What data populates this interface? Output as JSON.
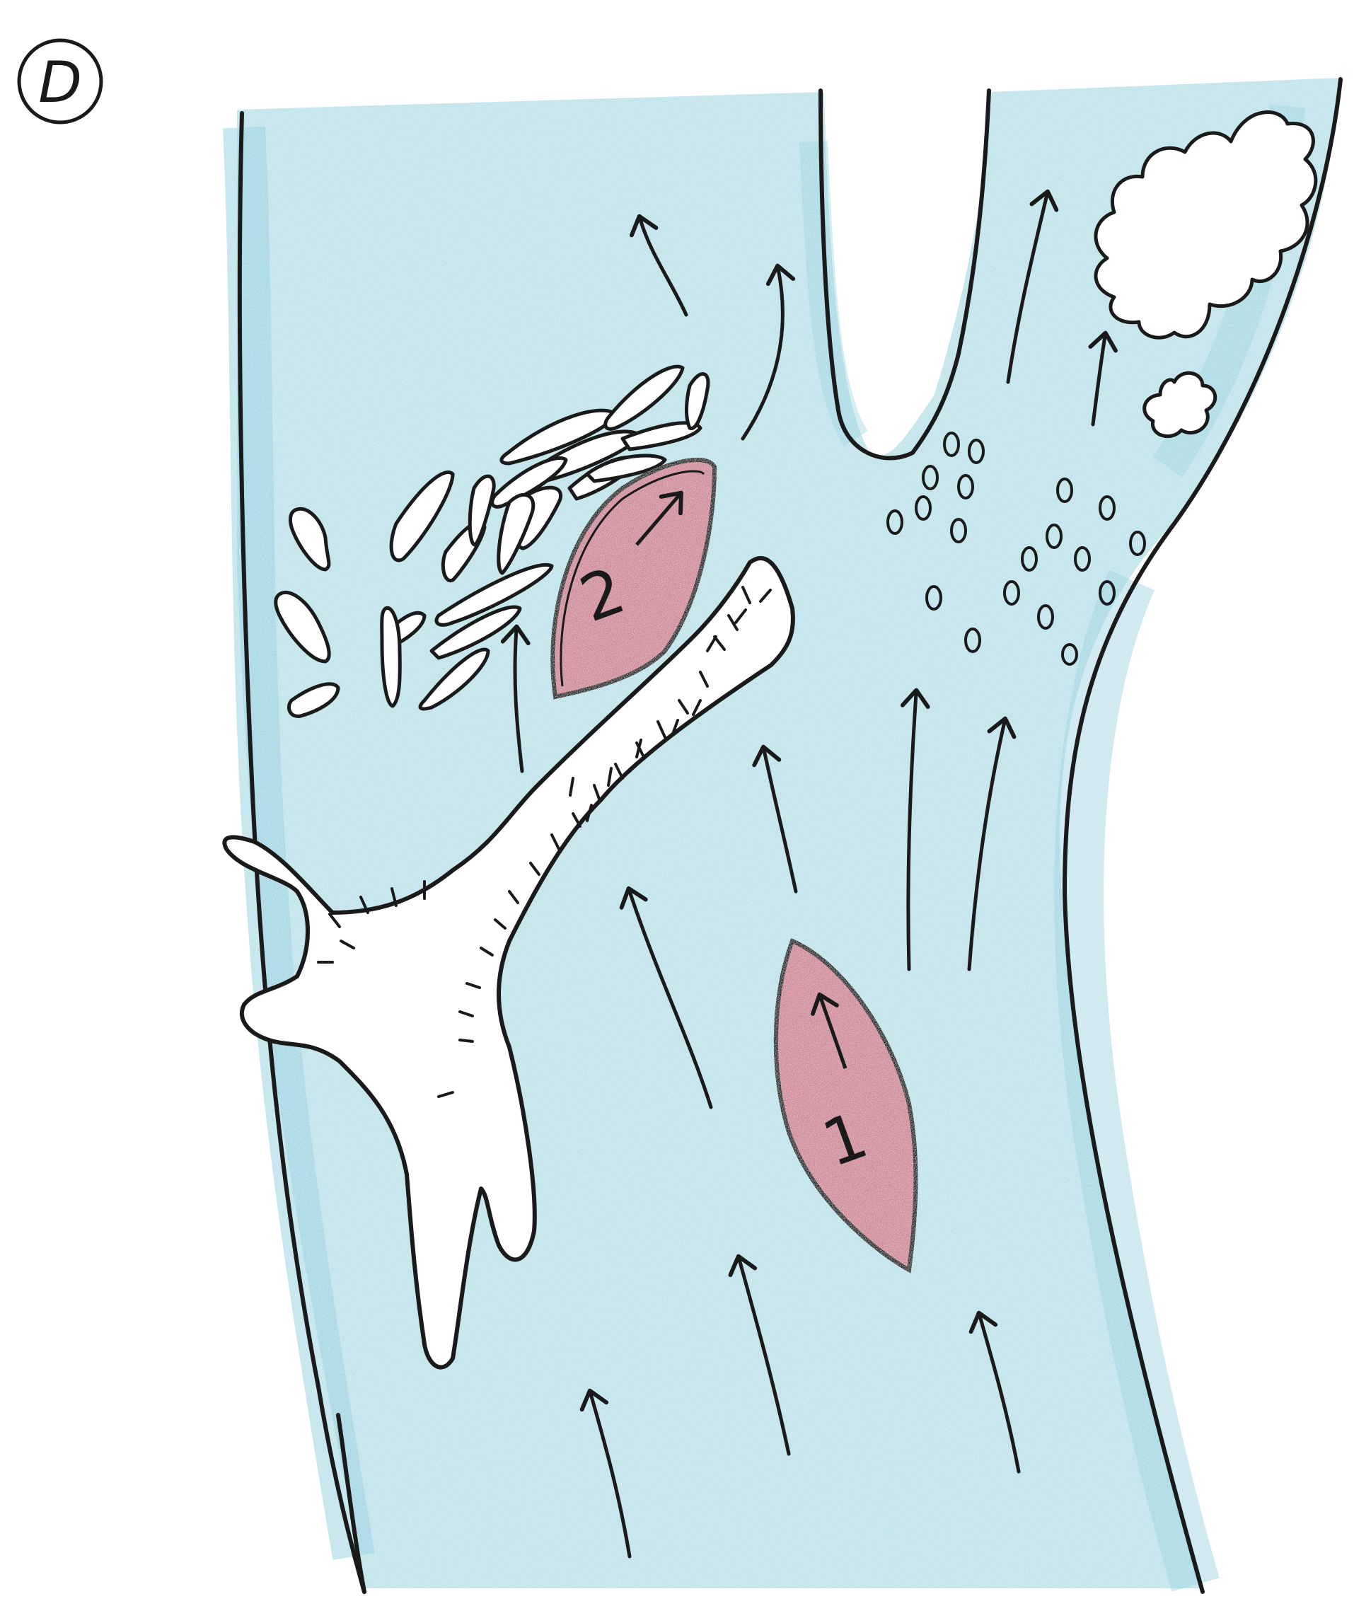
{
  "panel_label": "D",
  "markers": [
    {
      "id": "1",
      "label": "1"
    },
    {
      "id": "2",
      "label": "2"
    }
  ],
  "colors": {
    "water": "#bfe3ea",
    "water_dark": "#8fcfdc",
    "marker_fill": "#cf8a98",
    "ink": "#1a1a1a",
    "paper": "#ffffff"
  },
  "features": [
    "river-channel",
    "right-tributary-channel",
    "fallen-log",
    "flow-arrows",
    "woody-debris-pile",
    "bubbles-cluster",
    "foam-clouds"
  ]
}
